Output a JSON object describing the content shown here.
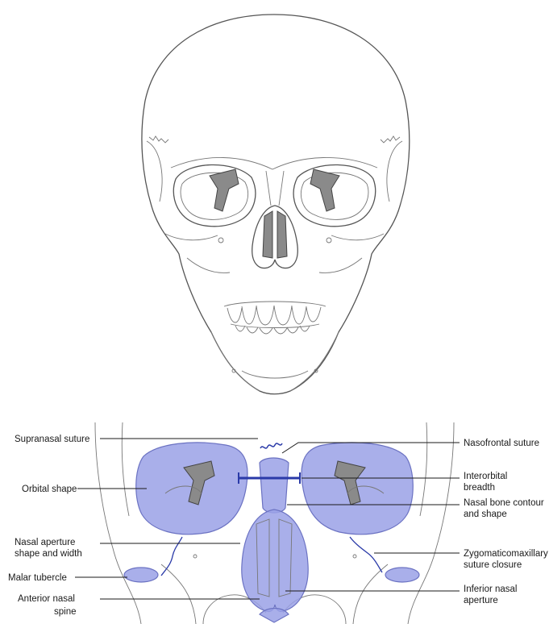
{
  "labels": {
    "supranasal_suture": "Supranasal suture",
    "orbital_shape": "Orbital shape",
    "nasal_aperture_l1": "Nasal aperture",
    "nasal_aperture_l2": "shape and width",
    "malar_tubercle": "Malar tubercle",
    "anterior_nasal_spine_l1": "Anterior nasal",
    "anterior_nasal_spine_l2": "spine",
    "nasofrontal_suture": "Nasofrontal suture",
    "interorbital_l1": "Interorbital",
    "interorbital_l2": "breadth",
    "nasal_bone_l1": "Nasal bone contour",
    "nasal_bone_l2": "and shape",
    "zygomaticomaxillary_l1": "Zygomaticomaxillary",
    "zygomaticomaxillary_l2": "suture closure",
    "inferior_nasal_l1": "Inferior nasal",
    "inferior_nasal_l2": "aperture"
  },
  "colors": {
    "highlight": "#9aa1e6",
    "measure_line": "#2a3aa8",
    "bone_outline": "#555555",
    "shadow": "#8a8a8a"
  },
  "icons": {
    "skull": "skull-frontal-view-illustration",
    "detail": "midface-detail-illustration"
  }
}
